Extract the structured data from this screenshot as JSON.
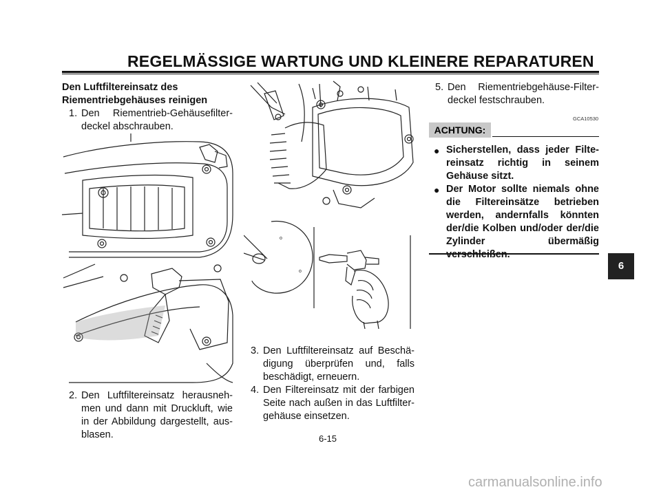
{
  "header": {
    "title": "REGELMÄSSIGE WARTUNG UND KLEINERE REPARATUREN"
  },
  "left": {
    "heading_line1": "Den Luftfiltereinsatz des",
    "heading_line2": "Riementriebgehäuses reinigen",
    "step1": {
      "num": "1.",
      "text": "Den Riementrieb-Gehäusefilter-deckel abschrauben."
    },
    "step2": {
      "num": "2.",
      "text": "Den Luftfiltereinsatz herausneh-men und dann mit Druckluft, wie in der Abbildung dargestellt, aus-blasen."
    }
  },
  "middle": {
    "step3": {
      "num": "3.",
      "text": "Den Luftfiltereinsatz auf Beschä-digung überprüfen und, falls beschädigt, erneuern."
    },
    "step4": {
      "num": "4.",
      "text": "Den Filtereinsatz mit der farbigen Seite nach außen in das Luftfilter-gehäuse einsetzen."
    }
  },
  "right": {
    "step5": {
      "num": "5.",
      "text": "Den Riementriebgehäuse-Filter-deckel festschrauben."
    },
    "code": "GCA10530",
    "achtung_label": "ACHTUNG:",
    "bullets": [
      "Sicherstellen, dass jeder Filte-reinsatz richtig in seinem Gehäuse sitzt.",
      "Der Motor sollte niemals ohne die Filtereinsätze betrieben werden, andernfalls könnten der/die Kolben und/oder der/die Zylinder übermäßig verschleißen."
    ]
  },
  "tab": "6",
  "page_number": "6-15",
  "watermark": "carmanualsonline.info"
}
